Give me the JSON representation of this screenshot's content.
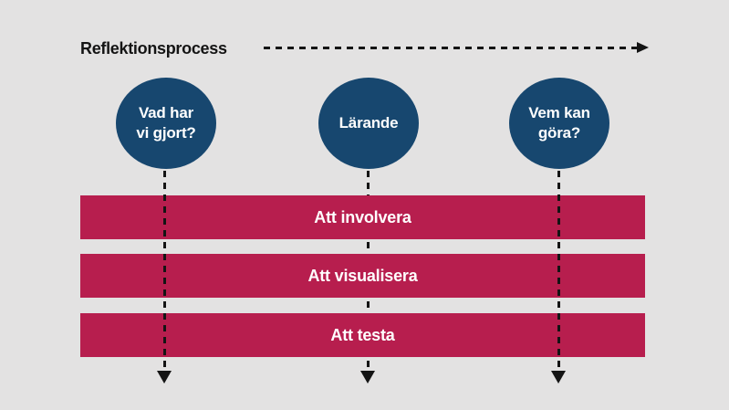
{
  "title": "Reflektionsprocess",
  "circles": [
    {
      "label": "Vad har\nvi gjort?"
    },
    {
      "label": "Lärande"
    },
    {
      "label": "Vem kan\ngöra?"
    }
  ],
  "bars": [
    {
      "label": "Att involvera"
    },
    {
      "label": "Att visualisera"
    },
    {
      "label": "Att testa"
    }
  ],
  "colors": {
    "background": "#e3e2e2",
    "circle_fill": "#17476f",
    "bar_fill": "#b71e4e",
    "line_and_text_dark": "#141414",
    "text_light": "#ffffff"
  }
}
